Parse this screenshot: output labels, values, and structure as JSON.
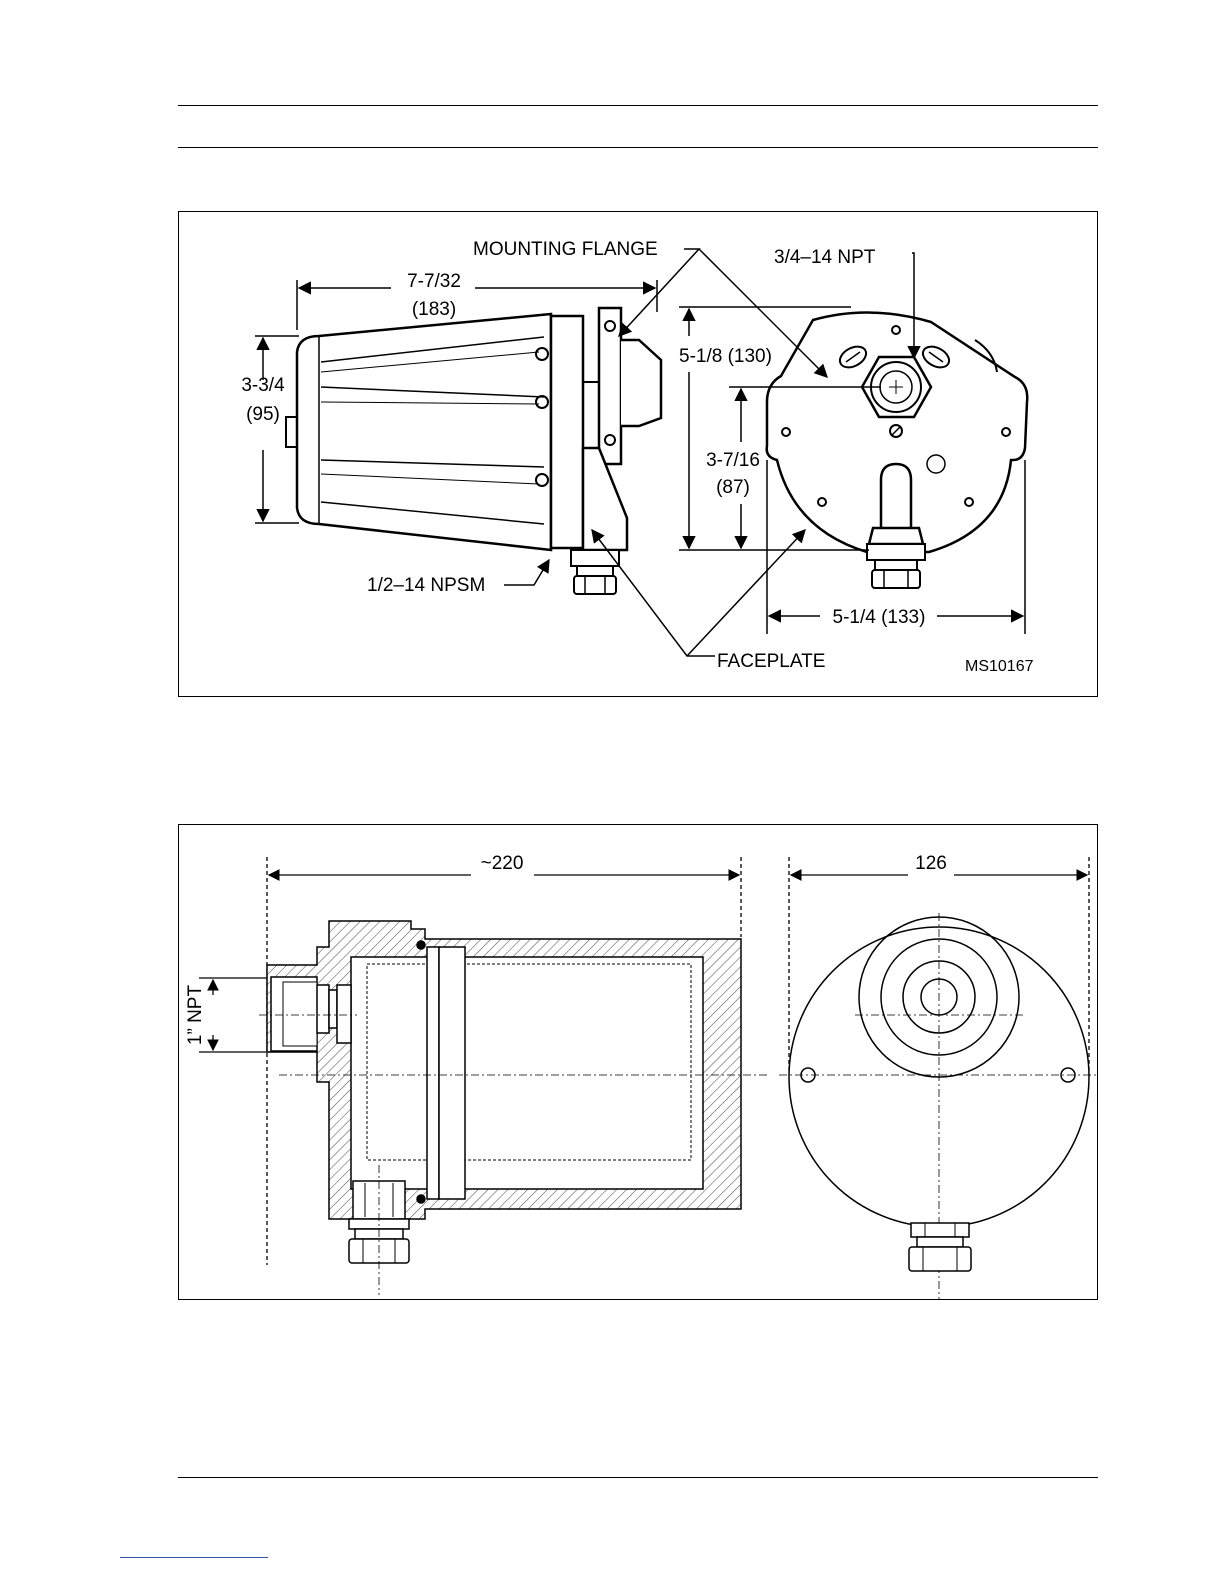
{
  "figure1": {
    "mounting_flange": "MOUNTING FLANGE",
    "npt_top": "3/4–14 NPT",
    "length_in": "7-7/32",
    "length_mm": "(183)",
    "height_in": "3-3/4",
    "height_mm": "(95)",
    "face_height": "5-1/8 (130)",
    "center_in": "3-7/16",
    "center_mm": "(87)",
    "npsm": "1/2–14 NPSM",
    "faceplate": "FACEPLATE",
    "width": "5-1/4 (133)",
    "code": "MS10167"
  },
  "figure2": {
    "length": "~220",
    "diameter": "126",
    "npt": "1” NPT"
  }
}
